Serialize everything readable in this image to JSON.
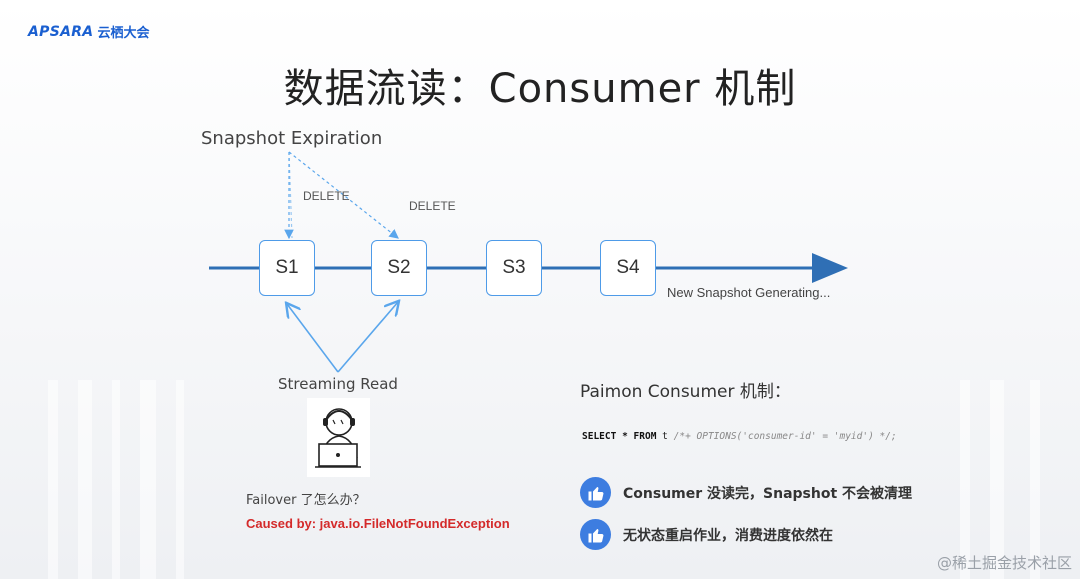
{
  "logo": {
    "brand": "APSARA",
    "cn": "云栖大会"
  },
  "title": "数据流读：Consumer 机制",
  "diagram": {
    "expiration_label": "Snapshot Expiration",
    "delete_label_1": "DELETE",
    "delete_label_2": "DELETE",
    "snapshots": [
      "S1",
      "S2",
      "S3",
      "S4"
    ],
    "new_snapshot_label": "New Snapshot Generating...",
    "streaming_read_label": "Streaming Read",
    "failover_question": "Failover 了怎么办？",
    "exception": "Caused by: java.io.FileNotFoundException",
    "colors": {
      "line": "#2f6fb5",
      "box_border": "#4e9be8",
      "arrow": "#5aa6ec",
      "error": "#d42a2a"
    }
  },
  "consumer": {
    "title": "Paimon Consumer 机制：",
    "sql": {
      "select": "SELECT",
      "star": "*",
      "from": "FROM",
      "table": "t",
      "hint": "/*+ OPTIONS('consumer-id' = 'myid') */;"
    },
    "bullets": [
      {
        "icon": "thumbs-up-icon",
        "text": "Consumer 没读完，Snapshot 不会被清理"
      },
      {
        "icon": "thumbs-up-icon",
        "text": "无状态重启作业，消费进度依然在"
      }
    ]
  },
  "watermark": "@稀土掘金技术社区"
}
